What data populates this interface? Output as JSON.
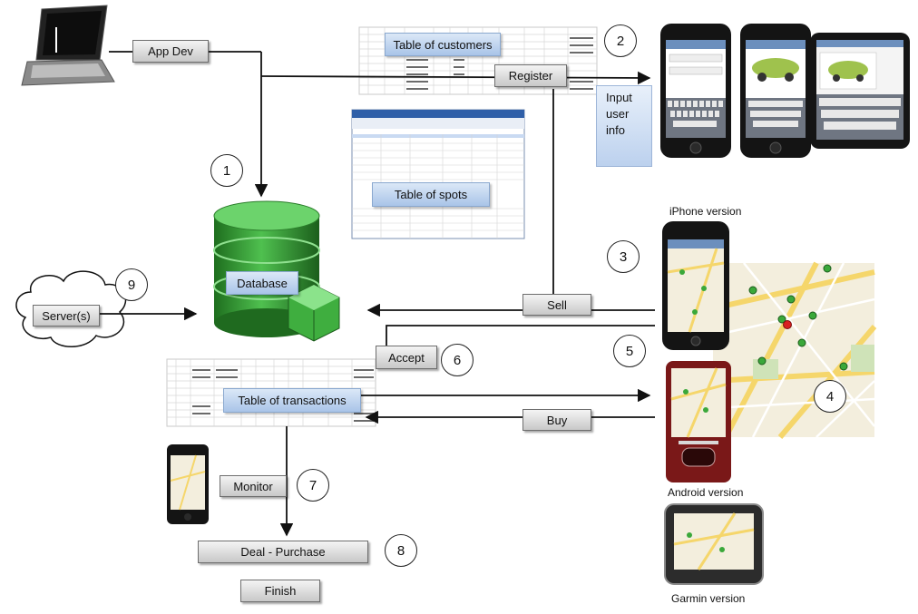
{
  "labels": {
    "app_dev": "App Dev",
    "table_customers": "Table of customers",
    "register": "Register",
    "input_user_info": [
      "Input",
      "user",
      "info"
    ],
    "table_spots": "Table of spots",
    "iphone_version": "iPhone version",
    "database": "Database",
    "servers": "Server(s)",
    "sell": "Sell",
    "accept": "Accept",
    "table_transactions": "Table of transactions",
    "buy": "Buy",
    "android_version": "Android version",
    "monitor": "Monitor",
    "deal_purchase": "Deal - Purchase",
    "finish": "Finish",
    "garmin_version": "Garmin version"
  },
  "steps": [
    "1",
    "2",
    "3",
    "4",
    "5",
    "6",
    "7",
    "8",
    "9"
  ],
  "colors": {
    "db_green": "#2f9a2f",
    "box_gray": "#d9d9d9",
    "label_blue": "#b9cfee",
    "map_bg": "#f3eedd",
    "road_yellow": "#f5d66b",
    "android_red": "#7a1818"
  }
}
